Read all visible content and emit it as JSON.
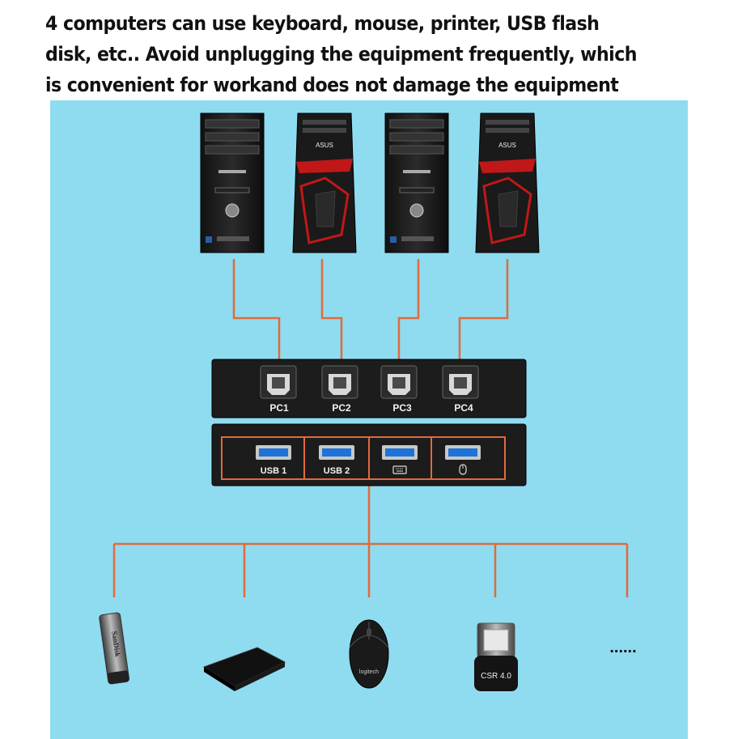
{
  "headline": {
    "lines": [
      "4 computers can use keyboard, mouse, printer, USB flash",
      "disk, etc.. Avoid unplugging the equipment frequently, which",
      " is convenient for workand does not damage the equipment"
    ]
  },
  "computers": [
    {
      "id": "pc-tower-1",
      "style": "black-classic",
      "badge": ""
    },
    {
      "id": "pc-tower-2",
      "style": "asus-gaming",
      "badge": "ASUS"
    },
    {
      "id": "pc-tower-3",
      "style": "black-classic",
      "badge": ""
    },
    {
      "id": "pc-tower-4",
      "style": "asus-gaming",
      "badge": "ASUS"
    }
  ],
  "switch": {
    "pc_ports": [
      "PC1",
      "PC2",
      "PC3",
      "PC4"
    ],
    "usb_ports": [
      {
        "label": "USB 1",
        "icon": ""
      },
      {
        "label": "USB 2",
        "icon": ""
      },
      {
        "label": "",
        "icon": "keyboard-icon"
      },
      {
        "label": "",
        "icon": "mouse-icon"
      }
    ]
  },
  "devices": [
    {
      "id": "usb-flash-drive",
      "brand": "SanDisk"
    },
    {
      "id": "external-hard-drive",
      "brand": ""
    },
    {
      "id": "wireless-mouse",
      "brand": "logitech"
    },
    {
      "id": "bluetooth-adapter",
      "brand": "CSR 4.0"
    },
    {
      "id": "more-devices",
      "brand": "......"
    }
  ],
  "colors": {
    "background": "#8fdcf0",
    "cable": "#e06a3c",
    "switch_body": "#1c1c1c",
    "usb_blue": "#1e73d8",
    "headline": "#111111"
  }
}
